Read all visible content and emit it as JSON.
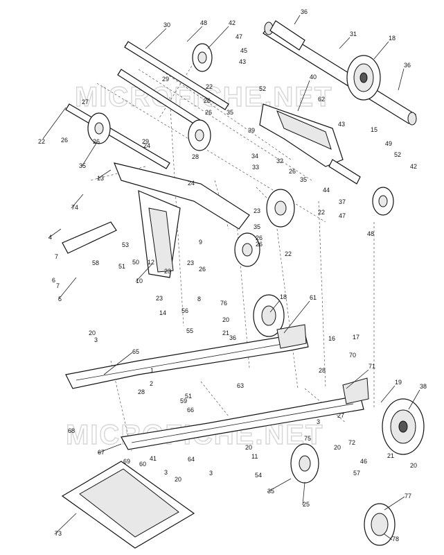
{
  "watermark": "MICROFICHE.NET",
  "callouts": [
    {
      "id": "c36a",
      "text": "36"
    },
    {
      "id": "c30",
      "text": "30"
    },
    {
      "id": "c48a",
      "text": "48"
    },
    {
      "id": "c42a",
      "text": "42"
    },
    {
      "id": "c47a",
      "text": "47"
    },
    {
      "id": "c31",
      "text": "31"
    },
    {
      "id": "c18a",
      "text": "18"
    },
    {
      "id": "c45",
      "text": "45"
    },
    {
      "id": "c43a",
      "text": "43"
    },
    {
      "id": "c36b",
      "text": "36"
    },
    {
      "id": "c40",
      "text": "40"
    },
    {
      "id": "c29a",
      "text": "29"
    },
    {
      "id": "c22a",
      "text": "22"
    },
    {
      "id": "c52a",
      "text": "52"
    },
    {
      "id": "c62",
      "text": "62"
    },
    {
      "id": "c26a",
      "text": "26"
    },
    {
      "id": "c27a",
      "text": "27"
    },
    {
      "id": "c26b",
      "text": "26"
    },
    {
      "id": "c35a",
      "text": "35"
    },
    {
      "id": "c22b",
      "text": "22"
    },
    {
      "id": "c26c",
      "text": "26"
    },
    {
      "id": "c26d",
      "text": "26"
    },
    {
      "id": "c39",
      "text": "39"
    },
    {
      "id": "c29b",
      "text": "29"
    },
    {
      "id": "c43b",
      "text": "43"
    },
    {
      "id": "c15",
      "text": "15"
    },
    {
      "id": "c49",
      "text": "49"
    },
    {
      "id": "c35b",
      "text": "35"
    },
    {
      "id": "c24a",
      "text": "24"
    },
    {
      "id": "c28a",
      "text": "28"
    },
    {
      "id": "c34",
      "text": "34"
    },
    {
      "id": "c52b",
      "text": "52"
    },
    {
      "id": "c33",
      "text": "33"
    },
    {
      "id": "c32",
      "text": "32"
    },
    {
      "id": "c13",
      "text": "13"
    },
    {
      "id": "c26e",
      "text": "26"
    },
    {
      "id": "c42b",
      "text": "42"
    },
    {
      "id": "c24b",
      "text": "24"
    },
    {
      "id": "c35c",
      "text": "35"
    },
    {
      "id": "c44",
      "text": "44"
    },
    {
      "id": "c37",
      "text": "37"
    },
    {
      "id": "c74",
      "text": "74"
    },
    {
      "id": "c47b",
      "text": "47"
    },
    {
      "id": "c23a",
      "text": "23"
    },
    {
      "id": "c22c",
      "text": "22"
    },
    {
      "id": "c4",
      "text": "4"
    },
    {
      "id": "c35d",
      "text": "35"
    },
    {
      "id": "c48b",
      "text": "48"
    },
    {
      "id": "c26f",
      "text": "26"
    },
    {
      "id": "c7a",
      "text": "7"
    },
    {
      "id": "c53",
      "text": "53"
    },
    {
      "id": "c9",
      "text": "9"
    },
    {
      "id": "c26g",
      "text": "26"
    },
    {
      "id": "c22d",
      "text": "22"
    },
    {
      "id": "c51a",
      "text": "51"
    },
    {
      "id": "c50",
      "text": "50"
    },
    {
      "id": "c6",
      "text": "6"
    },
    {
      "id": "c58",
      "text": "58"
    },
    {
      "id": "c12",
      "text": "12"
    },
    {
      "id": "c23b",
      "text": "23"
    },
    {
      "id": "c26h",
      "text": "26"
    },
    {
      "id": "c7b",
      "text": "7"
    },
    {
      "id": "c10",
      "text": "10"
    },
    {
      "id": "c23c",
      "text": "23"
    },
    {
      "id": "c5",
      "text": "5"
    },
    {
      "id": "c8",
      "text": "8"
    },
    {
      "id": "c76",
      "text": "76"
    },
    {
      "id": "c18b",
      "text": "18"
    },
    {
      "id": "c61",
      "text": "61"
    },
    {
      "id": "c23d",
      "text": "23"
    },
    {
      "id": "c20a",
      "text": "20"
    },
    {
      "id": "c14",
      "text": "14"
    },
    {
      "id": "c56",
      "text": "56"
    },
    {
      "id": "c21a",
      "text": "21"
    },
    {
      "id": "c36c",
      "text": "36"
    },
    {
      "id": "c20b",
      "text": "20"
    },
    {
      "id": "c55",
      "text": "55"
    },
    {
      "id": "c3a",
      "text": "3"
    },
    {
      "id": "c65",
      "text": "65"
    },
    {
      "id": "c16",
      "text": "16"
    },
    {
      "id": "c17",
      "text": "17"
    },
    {
      "id": "c70",
      "text": "70"
    },
    {
      "id": "c1",
      "text": "1"
    },
    {
      "id": "c71",
      "text": "71"
    },
    {
      "id": "c2",
      "text": "2"
    },
    {
      "id": "c28b",
      "text": "28"
    },
    {
      "id": "c51b",
      "text": "51"
    },
    {
      "id": "c28c",
      "text": "28"
    },
    {
      "id": "c63",
      "text": "63"
    },
    {
      "id": "c19",
      "text": "19"
    },
    {
      "id": "c38",
      "text": "38"
    },
    {
      "id": "c59",
      "text": "59"
    },
    {
      "id": "c66",
      "text": "66"
    },
    {
      "id": "c68",
      "text": "68"
    },
    {
      "id": "c3b",
      "text": "3"
    },
    {
      "id": "c27b",
      "text": "27"
    },
    {
      "id": "c75",
      "text": "75"
    },
    {
      "id": "c72",
      "text": "72"
    },
    {
      "id": "c67",
      "text": "67"
    },
    {
      "id": "c20c",
      "text": "20"
    },
    {
      "id": "c20d",
      "text": "20"
    },
    {
      "id": "c21b",
      "text": "21"
    },
    {
      "id": "c69",
      "text": "69"
    },
    {
      "id": "c60",
      "text": "60"
    },
    {
      "id": "c41",
      "text": "41"
    },
    {
      "id": "c64",
      "text": "64"
    },
    {
      "id": "c11",
      "text": "11"
    },
    {
      "id": "c46",
      "text": "46"
    },
    {
      "id": "c20e",
      "text": "20"
    },
    {
      "id": "c3c",
      "text": "3"
    },
    {
      "id": "c3d",
      "text": "3"
    },
    {
      "id": "c20f",
      "text": "20"
    },
    {
      "id": "c54",
      "text": "54"
    },
    {
      "id": "c57",
      "text": "57"
    },
    {
      "id": "c35e",
      "text": "35"
    },
    {
      "id": "c25",
      "text": "25"
    },
    {
      "id": "c77",
      "text": "77"
    },
    {
      "id": "c73",
      "text": "73"
    },
    {
      "id": "c78",
      "text": "78"
    }
  ]
}
